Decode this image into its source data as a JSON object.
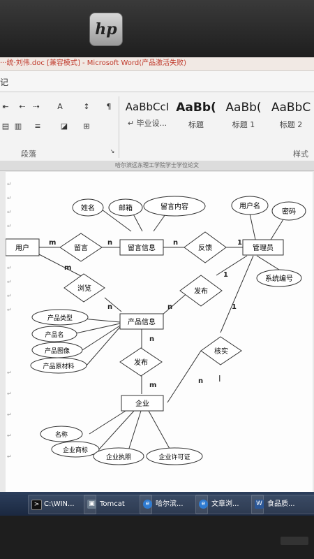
{
  "window": {
    "title": "···统·刘伟.doc [兼容模式] - Microsoft Word(产品激活失败)"
  },
  "menu": {
    "item": "记"
  },
  "ribbon": {
    "groups": {
      "paragraph": "段落",
      "styles": "样式"
    },
    "styles": [
      {
        "sample": "AaBbCcI",
        "name": "↵ 毕业设..."
      },
      {
        "sample": "AaBb(",
        "name": "标题"
      },
      {
        "sample": "AaBb(",
        "name": "标题 1"
      },
      {
        "sample": "AaBbC",
        "name": "标题 2"
      }
    ]
  },
  "page": {
    "header": "哈尔滨远东理工学院学士学位论文"
  },
  "diagram": {
    "entities": {
      "user": "用户",
      "message_info": "留言信息",
      "admin": "管理员",
      "product_info": "产品信息",
      "enterprise": "企业"
    },
    "relations": {
      "leave_message": "留言",
      "feedback": "反馈",
      "browse": "浏览",
      "publish_admin": "发布",
      "publish_enterprise": "发布",
      "verify": "核实"
    },
    "attributes": {
      "name": "姓名",
      "email": "邮箱",
      "content": "留言内容",
      "username": "用户名",
      "password": "密码",
      "system_id": "系统编号",
      "product_type": "产品类型",
      "product_name": "产品名",
      "product_image": "产品图像",
      "product_material": "产品原材料",
      "ent_name": "名称",
      "ent_trademark": "企业商标",
      "ent_license": "企业执照",
      "ent_permit": "企业许可证"
    },
    "cardinality": {
      "m": "m",
      "n": "n",
      "one": "1"
    }
  },
  "taskbar": {
    "items": [
      {
        "label": "C:\\WIN...",
        "icon": "cmd-icon"
      },
      {
        "label": "Tomcat",
        "icon": "tomcat-icon"
      },
      {
        "label": "哈尔滨...",
        "icon": "ie-icon"
      },
      {
        "label": "文章浏...",
        "icon": "ie-icon"
      },
      {
        "label": "食品质...",
        "icon": "word-icon"
      }
    ]
  },
  "colors": {
    "titlebar_text": "#c0392b",
    "taskbar": "#1b2840",
    "diagram_ink": "#333333"
  }
}
